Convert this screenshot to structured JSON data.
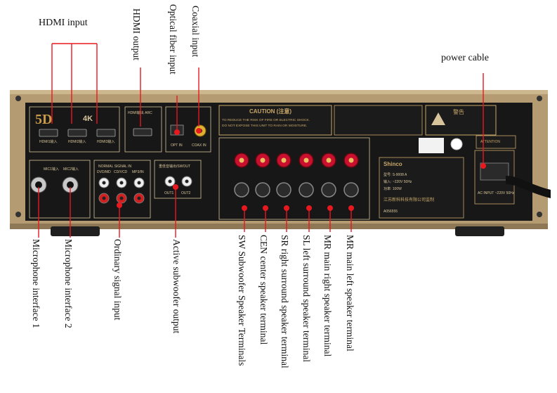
{
  "top_labels": {
    "hdmi_input": "HDMI input",
    "hdmi_output": "HDMI output",
    "optical_fiber_input": "Optical fiber input",
    "coaxial_input": "Coaxial input",
    "power_cable": "power cable"
  },
  "panel": {
    "brand_logo": "5D",
    "resolution_badge": "4K",
    "caution_title": "CAUTION (注意)",
    "caution_text_1": "TO REDUCE THE RISK OF FIRE OR ELECTRIC SHOCK.",
    "caution_text_2": "DO NOT EXPOSE THIS UNIT TO RAIN OR MOISTURE.",
    "warning_title": "警告",
    "hdmi_in_1": "HDMI1输入",
    "hdmi_in_2": "HDMI2输入",
    "hdmi_in_3": "HDMI3输入",
    "hdmi_out": "HDMI输出 ARC",
    "opt_in": "OPT IN",
    "coax_in": "COAX IN",
    "mic1": "MIC1输入",
    "mic2": "MIC2输入",
    "dvd_md": "DVD/MD",
    "cd_vcd": "CD/VCD",
    "mp3_in": "MP3/IN",
    "normal_signal_in": "NORMAL SIGNAL IN",
    "subwoofer_out": "重低音输出/SWOUT",
    "out1": "OUT1",
    "out2": "OUT2",
    "shinco_brand": "Shinco",
    "model_line": "型号: S-9008 A",
    "power_line": "输入: ~220V 50Hz",
    "output_line": "功率: 100W",
    "supervision": "江苏新科科技有限公司监制",
    "serial": "A056555",
    "ac_input": "AC INPUT ~220V 50Hz",
    "attention": "ATTENTION"
  },
  "bottom_labels": {
    "mic1": "Microphone interface 1",
    "mic2": "Microphone interface 2",
    "ordinary_signal": "Ordinary signal input",
    "active_subwoofer": "Active subwoofer output",
    "sw": "SW Subwoofer Speaker Terminals",
    "cen": "CEN center speaker terminal",
    "sr": "SR right surround speaker terminal",
    "sl": "SL left surround speaker terminal",
    "mr": "MR main right speaker terminal",
    "ml": "MR main left speaker terminal"
  },
  "colors": {
    "chassis": "#b59b72",
    "panel": "#171717",
    "gold_print": "#d8c49a",
    "caution_box": "#c9a86a",
    "pointer": "#e8181f",
    "binding_post": "#c8102e"
  }
}
